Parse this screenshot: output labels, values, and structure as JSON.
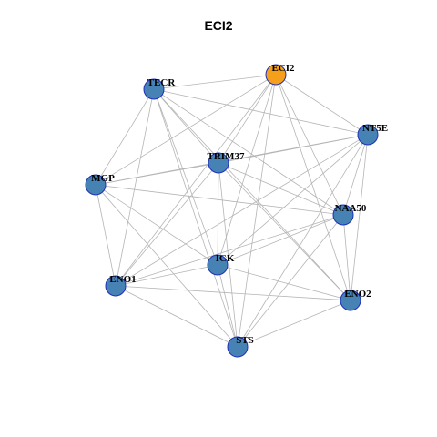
{
  "title": "ECI2",
  "colors": {
    "highlight": "#f5a01a",
    "default": "#4682b4",
    "edge": "#b5b5b5",
    "node_stroke": "#1f2fb8"
  },
  "nodes": [
    {
      "id": "ECI2",
      "label": "ECI2",
      "highlight": true
    },
    {
      "id": "TECR",
      "label": "TECR",
      "highlight": false
    },
    {
      "id": "NT5E",
      "label": "NT5E",
      "highlight": false
    },
    {
      "id": "TRIM37",
      "label": "TRIM37",
      "highlight": false
    },
    {
      "id": "MGP",
      "label": "MGP",
      "highlight": false
    },
    {
      "id": "NAA50",
      "label": "NAA50",
      "highlight": false
    },
    {
      "id": "ICK",
      "label": "ICK",
      "highlight": false
    },
    {
      "id": "ENO1",
      "label": "ENO1",
      "highlight": false
    },
    {
      "id": "ENO2",
      "label": "ENO2",
      "highlight": false
    },
    {
      "id": "STS",
      "label": "STS",
      "highlight": false
    }
  ],
  "edges": [
    [
      "ECI2",
      "TECR"
    ],
    [
      "ECI2",
      "NT5E"
    ],
    [
      "ECI2",
      "TRIM37"
    ],
    [
      "ECI2",
      "MGP"
    ],
    [
      "ECI2",
      "NAA50"
    ],
    [
      "ECI2",
      "ICK"
    ],
    [
      "ECI2",
      "ENO1"
    ],
    [
      "ECI2",
      "ENO2"
    ],
    [
      "ECI2",
      "STS"
    ],
    [
      "TECR",
      "NT5E"
    ],
    [
      "TECR",
      "TRIM37"
    ],
    [
      "TECR",
      "MGP"
    ],
    [
      "TECR",
      "NAA50"
    ],
    [
      "TECR",
      "ICK"
    ],
    [
      "TECR",
      "ENO1"
    ],
    [
      "TECR",
      "ENO2"
    ],
    [
      "TECR",
      "STS"
    ],
    [
      "NT5E",
      "TRIM37"
    ],
    [
      "NT5E",
      "MGP"
    ],
    [
      "NT5E",
      "NAA50"
    ],
    [
      "NT5E",
      "ICK"
    ],
    [
      "NT5E",
      "ENO1"
    ],
    [
      "NT5E",
      "ENO2"
    ],
    [
      "NT5E",
      "STS"
    ],
    [
      "TRIM37",
      "MGP"
    ],
    [
      "TRIM37",
      "NAA50"
    ],
    [
      "TRIM37",
      "ICK"
    ],
    [
      "TRIM37",
      "ENO1"
    ],
    [
      "TRIM37",
      "ENO2"
    ],
    [
      "TRIM37",
      "STS"
    ],
    [
      "MGP",
      "NAA50"
    ],
    [
      "MGP",
      "ICK"
    ],
    [
      "MGP",
      "ENO1"
    ],
    [
      "MGP",
      "STS"
    ],
    [
      "NAA50",
      "ICK"
    ],
    [
      "NAA50",
      "ENO1"
    ],
    [
      "NAA50",
      "ENO2"
    ],
    [
      "NAA50",
      "STS"
    ],
    [
      "ICK",
      "ENO1"
    ],
    [
      "ICK",
      "ENO2"
    ],
    [
      "ICK",
      "STS"
    ],
    [
      "ENO1",
      "ENO2"
    ],
    [
      "ENO1",
      "STS"
    ],
    [
      "ENO2",
      "STS"
    ]
  ]
}
